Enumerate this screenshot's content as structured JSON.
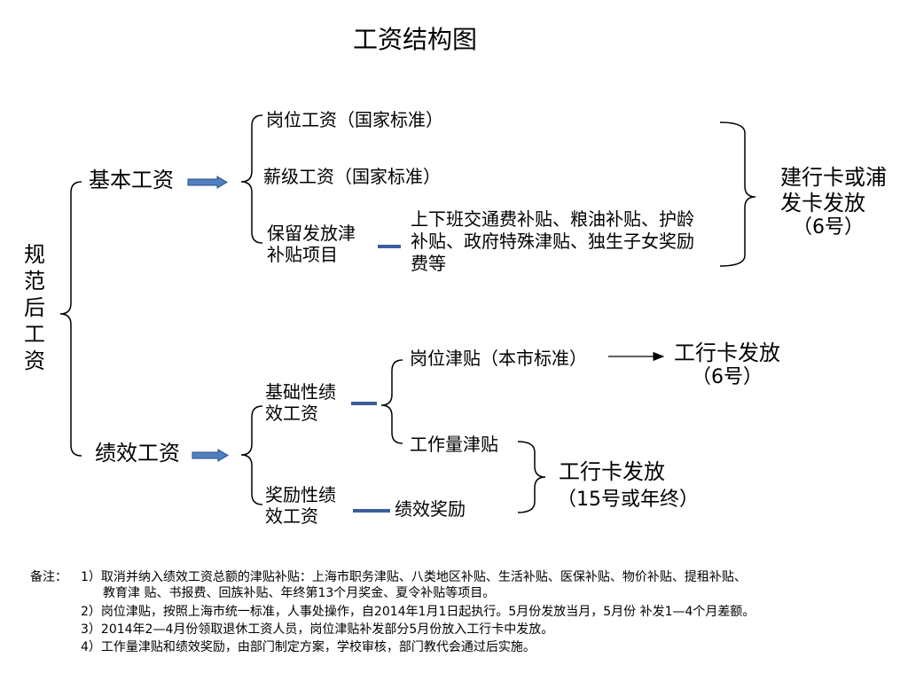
{
  "title": "工资结构图",
  "root": [
    "规",
    "范",
    "后",
    "工",
    "资"
  ],
  "basic": {
    "label": "基本工资",
    "items": {
      "position_salary": "岗位工资（国家标准）",
      "grade_salary": "薪级工资（国家标准）",
      "retained_line1": "保留发放津",
      "retained_line2": "补贴项目"
    },
    "retained_detail": [
      "上下班交通费补贴、粮油补贴、护龄",
      "补贴、政府特殊津贴、独生子女奖励",
      "费等"
    ],
    "payment": [
      "建行卡或浦",
      "发卡发放",
      "（6号）"
    ]
  },
  "performance": {
    "label": "绩效工资",
    "basic_perf": [
      "基础性绩",
      "效工资"
    ],
    "position_allowance": "岗位津贴（本市标准）",
    "position_payment": [
      "工行卡发放",
      "（6号）"
    ],
    "workload_allowance": "工作量津贴",
    "reward_perf": [
      "奖励性绩",
      "效工资"
    ],
    "perf_reward": "绩效奖励",
    "workload_payment": [
      "工行卡发放",
      "（15号或年终）"
    ]
  },
  "notes": {
    "label": "备注：",
    "items": [
      "1）取消并纳入绩效工资总额的津贴补贴：上海市职务津贴、八类地区补贴、生活补贴、医保补贴、物价补贴、提租补贴、",
      "教育津 贴、书报费、回族补贴、年终第13个月奖金、夏令补贴等项目。",
      "2）岗位津贴，按照上海市统一标准，人事处操作，自2014年1月1日起执行。5月份发放当月，5月份 补发1—4个月差额。",
      "3）2014年2—4月份领取退休工资人员，岗位津贴补发部分5月份放入工行卡中发放。",
      "4）工作量津贴和绩效奖励，由部门制定方案，学校审核，部门教代会通过后实施。"
    ]
  },
  "colors": {
    "text": "#000000",
    "line": "#000000",
    "block_arrow_fill": "#4f7fc0",
    "block_arrow_stroke": "#2b4f85",
    "connector": "#3a5f9a"
  }
}
